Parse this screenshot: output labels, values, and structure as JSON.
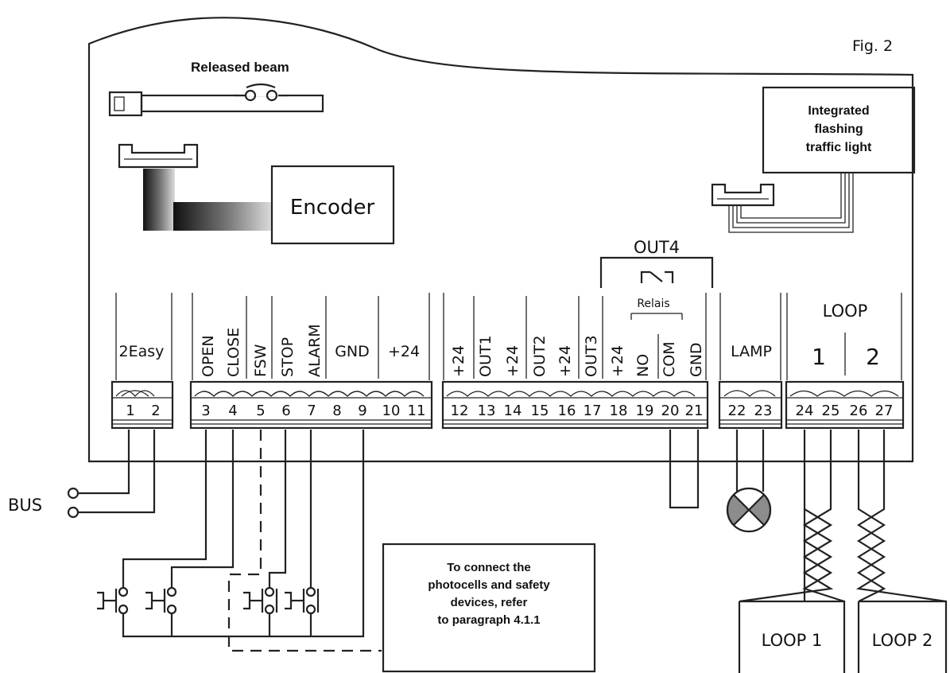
{
  "figure_label": "Fig. 2",
  "released_beam": "Released beam",
  "encoder": "Encoder",
  "traffic_light": [
    "Integrated",
    "flashing",
    "traffic light"
  ],
  "out4": "OUT4",
  "relais": "Relais",
  "bus": "BUS",
  "loop_header": "LOOP",
  "loop_channels": [
    "1",
    "2"
  ],
  "easy2": "2Easy",
  "lamp": "LAMP",
  "labels_left": [
    "OPEN",
    "CLOSE",
    "FSW",
    "STOP",
    "ALARM"
  ],
  "gnd": "GND",
  "plus24": "+24",
  "labels_mid": [
    "+24",
    "OUT1",
    "+24",
    "OUT2",
    "+24",
    "OUT3",
    "+24",
    "NO",
    "COM",
    "GND"
  ],
  "terminal_numbers": [
    "1",
    "2",
    "3",
    "4",
    "5",
    "6",
    "7",
    "8",
    "9",
    "10",
    "11",
    "12",
    "13",
    "14",
    "15",
    "16",
    "17",
    "18",
    "19",
    "20",
    "21",
    "22",
    "23",
    "24",
    "25",
    "26",
    "27"
  ],
  "note": [
    "To connect the",
    "photocells and safety",
    "devices, refer",
    "to paragraph 4.1.1"
  ],
  "loop_boxes": [
    "LOOP 1",
    "LOOP 2"
  ]
}
